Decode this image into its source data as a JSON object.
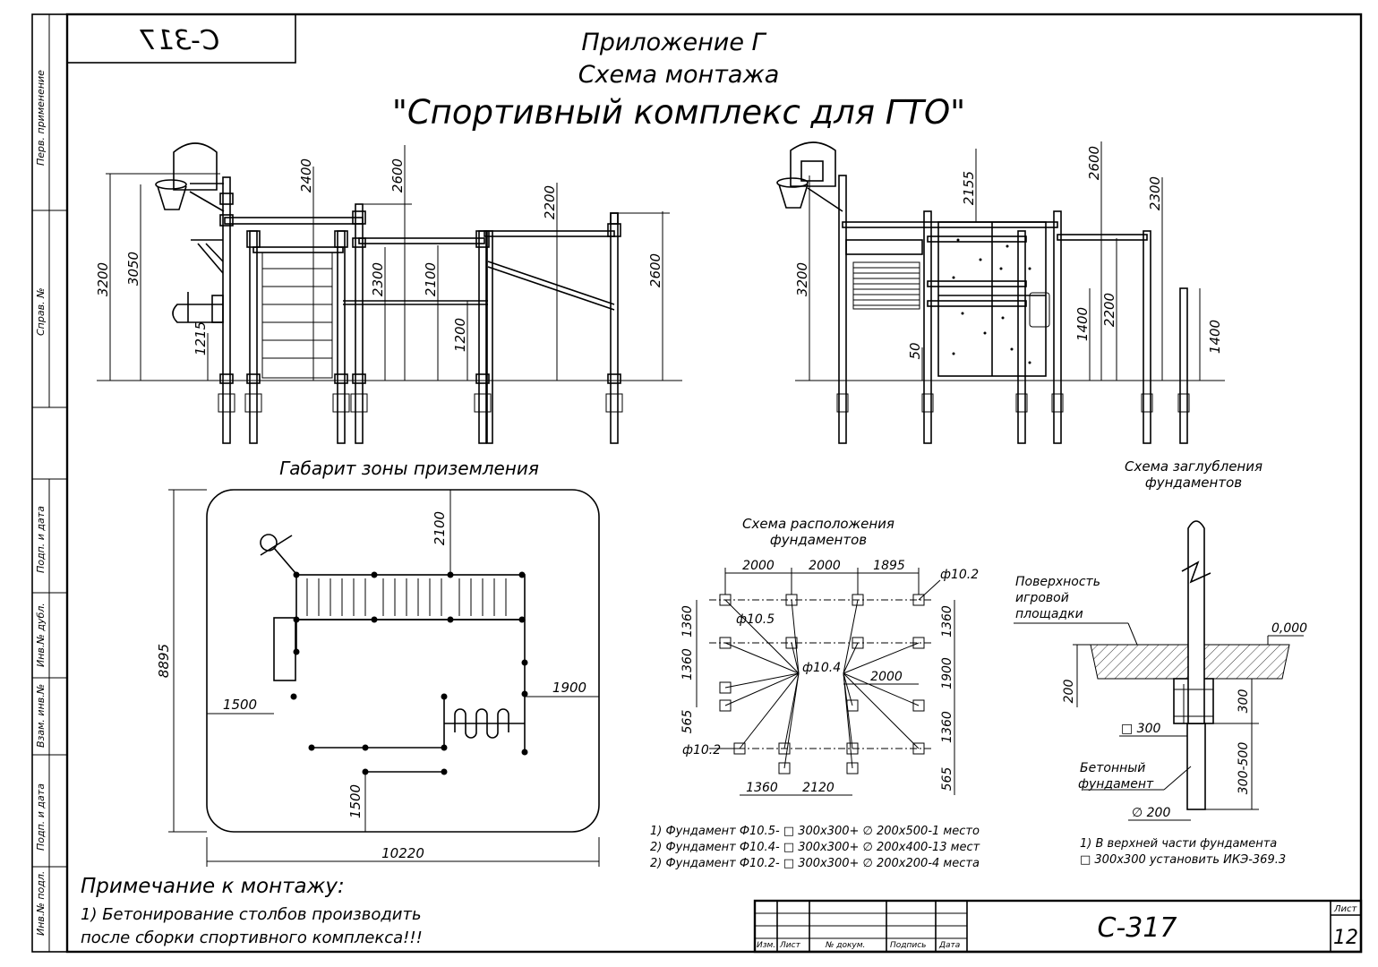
{
  "drawing": {
    "stamp_mirrored": "С-317",
    "title_line1": "Приложение Г",
    "title_line2": "Схема монтажа",
    "title_line3": "\"Спортивный комплекс для ГТО\"",
    "side_stamps": [
      "Перв. применение",
      "Справ. №",
      "Подп. и дата",
      "Инв.№ дубл.",
      "Взам. инв.№",
      "Подп. и дата",
      "Инв.№ подл."
    ]
  },
  "front_view": {
    "dims": [
      "3200",
      "3050",
      "1215",
      "2400",
      "2600",
      "2300",
      "2100",
      "1200",
      "2200",
      "2600"
    ]
  },
  "side_view": {
    "dims": [
      "3200",
      "2155",
      "2600",
      "2300",
      "50",
      "1400",
      "2200",
      "1400"
    ]
  },
  "landing_zone": {
    "title": "Габарит зоны приземления",
    "dims": [
      "2100",
      "8895",
      "1500",
      "1900",
      "1500",
      "10220"
    ]
  },
  "foundation_layout": {
    "title_line1": "Схема расположения",
    "title_line2": "фундаментов",
    "top_dims": [
      "2000",
      "2000",
      "1895"
    ],
    "left_dims": [
      "1360",
      "1360",
      "565"
    ],
    "right_dims": [
      "1360",
      "1900",
      "1360",
      "565"
    ],
    "bottom_dims": [
      "1360",
      "2120"
    ],
    "mid_dim": "2000",
    "labels": [
      "ф10.2",
      "ф10.5",
      "ф10.4",
      "ф10.2"
    ],
    "notes": [
      "1) Фундамент Ф10.5- □ 300х300+ ∅ 200х500-1 место",
      "2) Фундамент Ф10.4- □ 300х300+ ∅ 200х400-13 мест",
      "2) Фундамент Ф10.2- □ 300х300+ ∅ 200х200-4 места"
    ]
  },
  "depth_scheme": {
    "title_line1": "Схема заглубления",
    "title_line2": "фундаментов",
    "surface_label": [
      "Поверхность",
      "игровой",
      "площадки"
    ],
    "level": "0,000",
    "dims": [
      "200",
      "300",
      "300-500"
    ],
    "square": "□ 300",
    "concrete_label": [
      "Бетонный",
      "фундамент"
    ],
    "diameter": "∅ 200",
    "note_line1": "1) В верхней части фундамента",
    "note_line2": "□ 300х300 установить ИКЭ-369.3"
  },
  "mounting_note": {
    "title": "Примечание к монтажу:",
    "line1": "1) Бетонирование столбов производить",
    "line2": "после сборки спортивного комплекса!!!"
  },
  "title_block": {
    "code": "С-317",
    "sheet_label": "Лист",
    "sheet_number": "12",
    "columns": [
      "Изм.",
      "Лист",
      "№ докум.",
      "Подпись",
      "Дата"
    ]
  }
}
